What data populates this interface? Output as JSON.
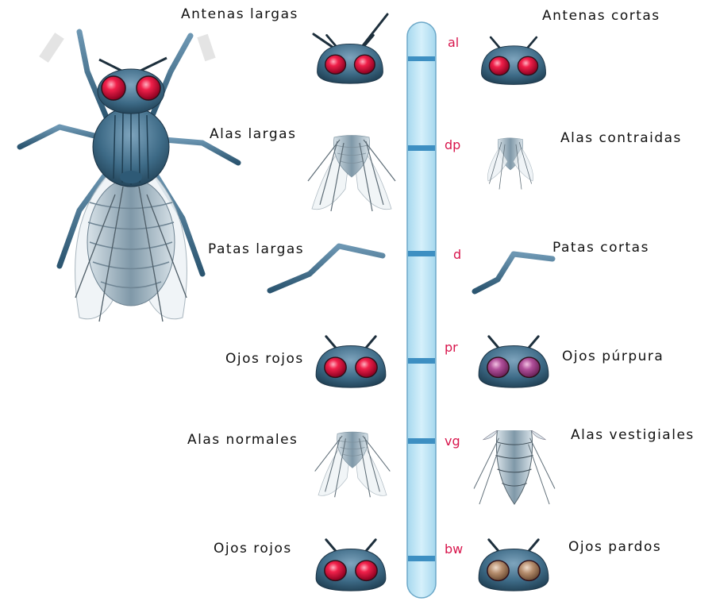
{
  "rows": [
    {
      "left_label": "Antenas largas",
      "right_label": "Antenas cortas",
      "gene": "al"
    },
    {
      "left_label": "Alas largas",
      "right_label": "Alas contraidas",
      "gene": "dp"
    },
    {
      "left_label": "Patas largas",
      "right_label": "Patas cortas",
      "gene": "d"
    },
    {
      "left_label": "Ojos rojos",
      "right_label": "Ojos púrpura",
      "gene": "pr"
    },
    {
      "left_label": "Alas normales",
      "right_label": "Alas vestigiales",
      "gene": "vg"
    },
    {
      "left_label": "Ojos rojos",
      "right_label": "Ojos pardos",
      "gene": "bw"
    }
  ],
  "colors": {
    "chromosome_fill": "#bfe6f5",
    "chromosome_band": "#3d8fc2",
    "gene_label": "#d8154c",
    "fly_body": "#3f6d8a",
    "eye_red": "#e0103a",
    "eye_purple": "#a83c86",
    "eye_brown": "#a07a5a"
  }
}
